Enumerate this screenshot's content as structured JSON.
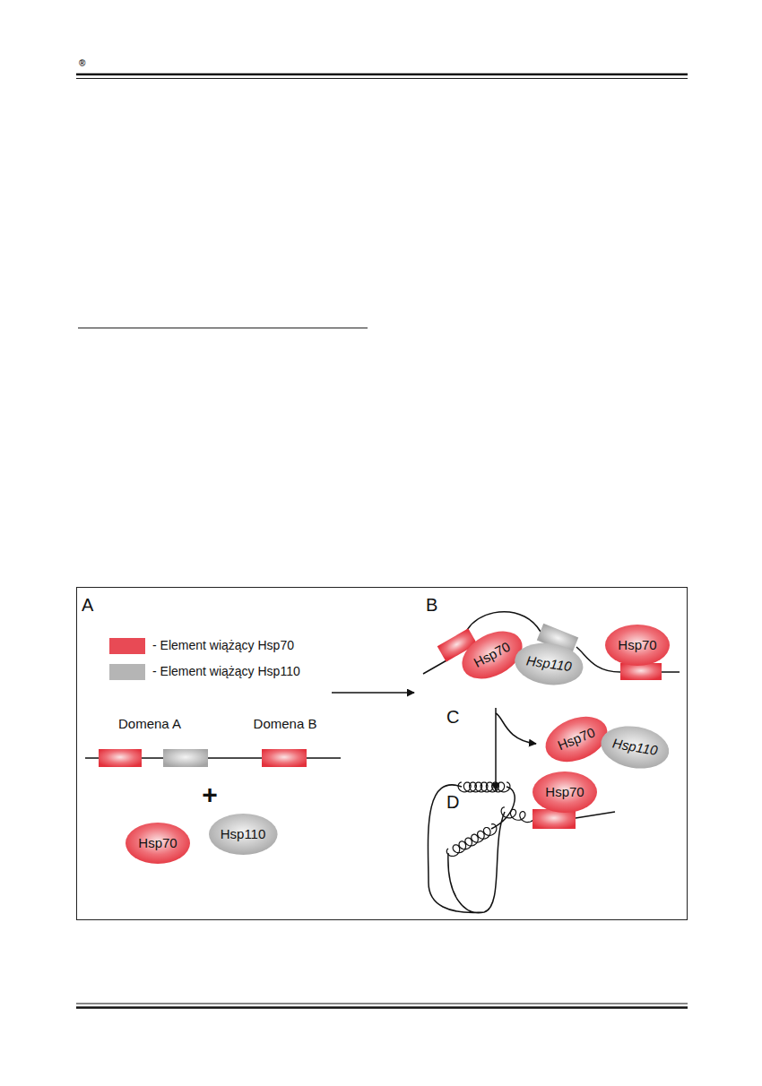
{
  "diagram": {
    "nodes": [
      {
        "text": [
          "Hsp70"
        ]
      },
      {
        "text": [
          "Hsp110"
        ]
      },
      {
        "text": [
          "Hsp70"
        ]
      },
      {
        "text": [
          "Hsp110"
        ]
      },
      {
        "text": [
          "Hsp70"
        ]
      },
      {
        "text": [
          "Hsp70"
        ]
      },
      {
        "text": [
          "Hsp110"
        ]
      },
      {
        "text": [
          "Hsp70"
        ]
      }
    ],
    "labels": [
      "®",
      "A",
      "B",
      "C",
      "D",
      "Domena A",
      "Domena B",
      "+"
    ],
    "legend": [
      {
        "text": "- Element wiążący Hsp70",
        "color": "#e84a55"
      },
      {
        "text": "- Element wiążący Hsp110",
        "color": "#b5b5b5"
      }
    ]
  }
}
